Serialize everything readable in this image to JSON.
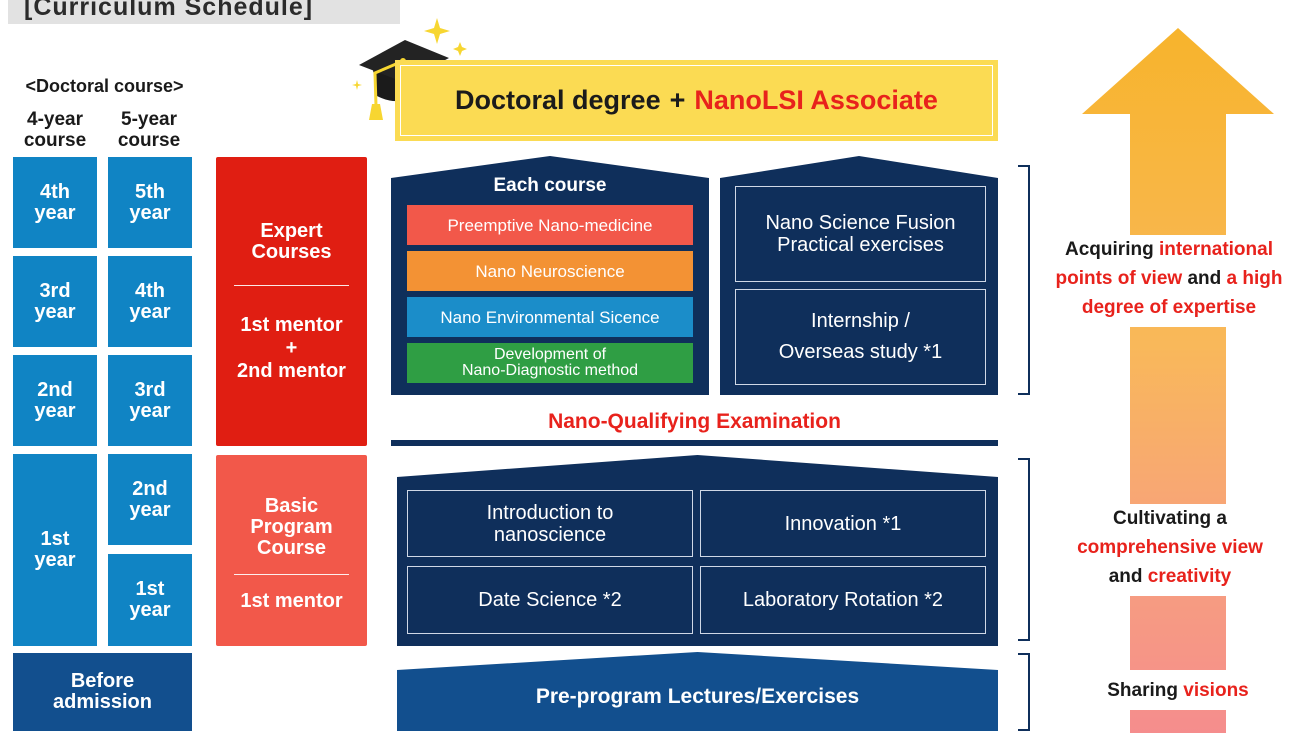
{
  "title": "[Curriculum Schedule]",
  "doctoral_course_label": "<Doctoral course>",
  "col_4year": "4-year\ncourse",
  "col_5year": "5-year\ncourse",
  "years_4": [
    "4th\nyear",
    "3rd\nyear",
    "2nd\nyear",
    "1st\nyear"
  ],
  "years_5": [
    "5th\nyear",
    "4th\nyear",
    "3rd\nyear",
    "2nd\nyear",
    "1st\nyear"
  ],
  "before_admission": "Before\nadmission",
  "expert": {
    "title": "Expert\nCourses",
    "mentors": "1st mentor\n+\n2nd mentor"
  },
  "basic": {
    "title": "Basic\nProgram\nCourse",
    "mentors": "1st mentor"
  },
  "degree": {
    "part1": "Doctoral degree",
    "plus": "+",
    "part2": "NanoLSI Associate"
  },
  "each_course": {
    "label": "Each course",
    "items": [
      {
        "text": "Preemptive Nano-medicine",
        "color": "#f2584a"
      },
      {
        "text": "Nano Neuroscience",
        "color": "#f39234"
      },
      {
        "text": "Nano Environmental Sicence",
        "color": "#1b8dc9"
      },
      {
        "text": "Development of\nNano-Diagnostic method",
        "color": "#2f9e44"
      }
    ]
  },
  "fusion": "Nano Science Fusion\nPractical exercises",
  "internship": "Internship /\nOverseas study *1",
  "qualifying": "Nano-Qualifying Examination",
  "basic_boxes": [
    "Introduction to\nnanoscience",
    "Innovation *1",
    "Date Science *2",
    "Laboratory Rotation *2"
  ],
  "pre_program": "Pre-program Lectures/Exercises",
  "stages": {
    "acquiring": [
      {
        "t": "Acquiring ",
        "red": false
      },
      {
        "t": "international",
        "red": true
      },
      {
        "t": "\n",
        "red": false
      },
      {
        "t": "points of view",
        "red": true
      },
      {
        "t": " and ",
        "red": false
      },
      {
        "t": "a high",
        "red": true
      },
      {
        "t": "\n",
        "red": false
      },
      {
        "t": "degree of expertise",
        "red": true
      }
    ],
    "cultivating": [
      {
        "t": "Cultivating a",
        "red": false
      },
      {
        "t": "\n",
        "red": false
      },
      {
        "t": "comprehensive view",
        "red": true
      },
      {
        "t": "\n",
        "red": false
      },
      {
        "t": "and ",
        "red": false
      },
      {
        "t": "creativity",
        "red": true
      }
    ],
    "sharing": [
      {
        "t": "Sharing ",
        "red": false
      },
      {
        "t": "visions",
        "red": true
      }
    ]
  },
  "colors": {
    "year_blue": "#1084c4",
    "expert_red": "#e01e12",
    "basic_salmon": "#f2584a",
    "navy": "#0f2f5b",
    "degree_yellow": "#fbdb53",
    "accent_red": "#e8221c"
  }
}
